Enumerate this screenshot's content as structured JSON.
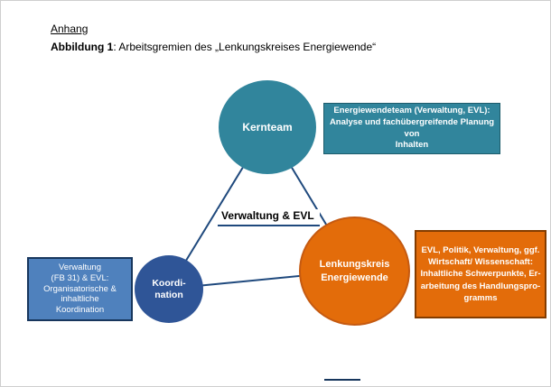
{
  "page": {
    "heading": "Anhang",
    "caption": {
      "bold": "Abbildung 1",
      "rest": ": Arbeitsgremien des „Lenkungskreises Energiewende“"
    }
  },
  "diagram": {
    "center_label": "Verwaltung & EVL",
    "line_color": "#1F497D",
    "kernteam": {
      "label": "Kernteam",
      "color": "#31859C",
      "box_text": "Energiewendeteam (Verwaltung, EVL):\nAnalyse und fachübergreifende Planung von\nInhalten",
      "box_color": "#31859C"
    },
    "koordination": {
      "label": "Koordi-\nnation",
      "color": "#2F5597",
      "box_text": "Verwaltung\n(FB 31) & EVL:\nOrganisatorische &\ninhaltliche\nKoordination",
      "box_color": "#4F81BD"
    },
    "lenkungskreis": {
      "label": "Lenkungskreis\nEnergiewende",
      "color": "#E36C0A",
      "box_text": "EVL, Politik, Verwaltung, ggf.\nWirtschaft/ Wissenschaft:\nInhaltliche Schwerpunkte, Er-\narbeitung des Handlungspro-\ngramms",
      "box_color": "#E36C0A"
    }
  }
}
